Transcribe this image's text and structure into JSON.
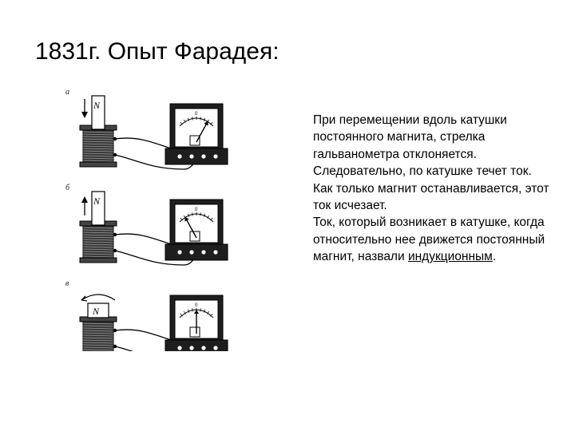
{
  "slide": {
    "title": "1831г. Опыт Фарадея:",
    "paragraph1": "При перемещении вдоль катушки постоянного магнита, стрелка гальванометра отклоняется. Следовательно, по катушке течет ток. Как только магнит останавливается, этот ток исчезает.",
    "paragraph2_prefix": "Ток, который возникает в катушке, когда относительно нее движется постоянный магнит, назвали ",
    "paragraph2_term": "индукционным",
    "paragraph2_suffix": "."
  },
  "figure": {
    "panels": [
      {
        "letter": "a",
        "magnet_label": "N",
        "motion": "down",
        "needle": "right"
      },
      {
        "letter": "б",
        "magnet_label": "N",
        "motion": "up",
        "needle": "left"
      },
      {
        "letter": "в",
        "magnet_label": "N",
        "motion": "rotate",
        "needle": "zero"
      }
    ],
    "scale_zero": "0"
  }
}
